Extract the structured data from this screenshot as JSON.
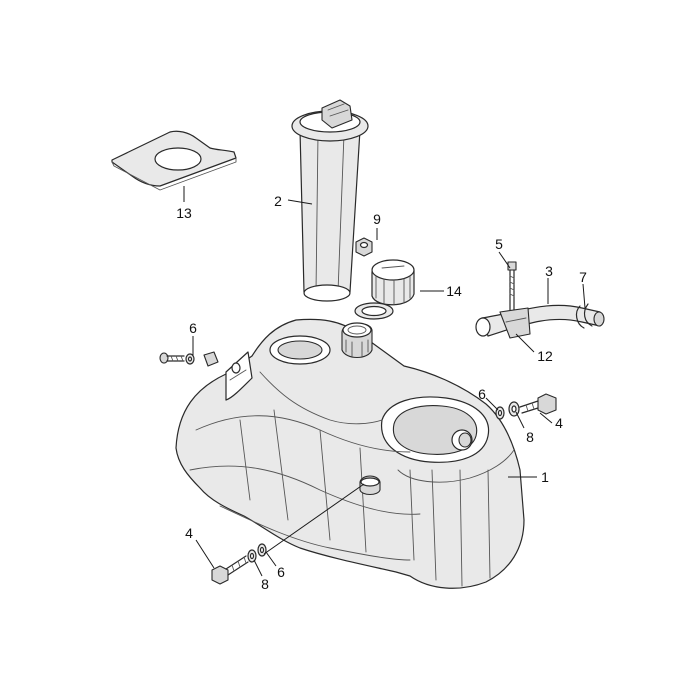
{
  "callouts": [
    {
      "id": "c13",
      "text": "13"
    },
    {
      "id": "c2",
      "text": "2"
    },
    {
      "id": "c9",
      "text": "9"
    },
    {
      "id": "c5",
      "text": "5"
    },
    {
      "id": "c3",
      "text": "3"
    },
    {
      "id": "c7",
      "text": "7"
    },
    {
      "id": "c14",
      "text": "14"
    },
    {
      "id": "c6a",
      "text": "6"
    },
    {
      "id": "c12",
      "text": "12"
    },
    {
      "id": "c6b",
      "text": "6"
    },
    {
      "id": "c4a",
      "text": "4"
    },
    {
      "id": "c8a",
      "text": "8"
    },
    {
      "id": "c1",
      "text": "1"
    },
    {
      "id": "c4b",
      "text": "4"
    },
    {
      "id": "c8b",
      "text": "8"
    },
    {
      "id": "c6c",
      "text": "6"
    }
  ]
}
